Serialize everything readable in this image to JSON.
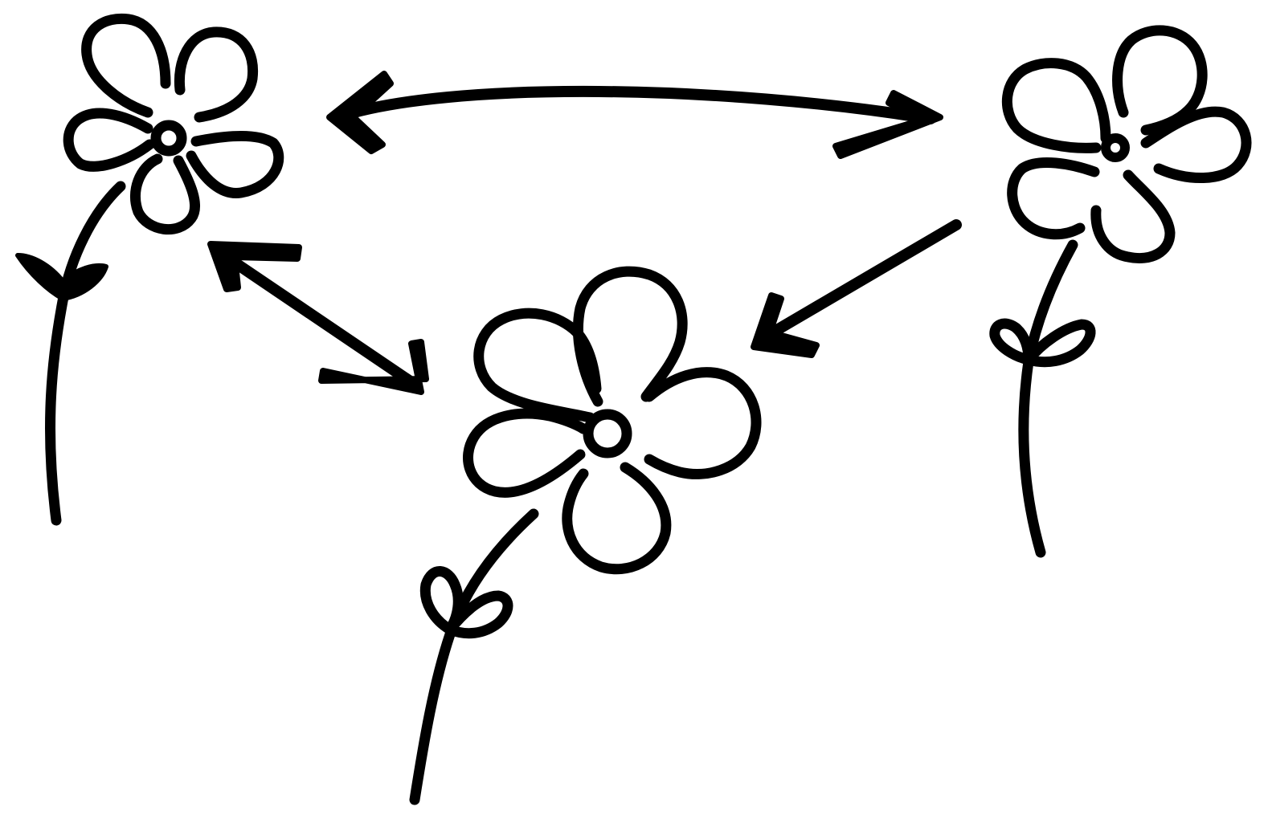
{
  "diagram": {
    "background_color": "#ffffff",
    "ink_color": "#000000",
    "nodes": [
      {
        "id": "top-left",
        "icon": "flower-icon"
      },
      {
        "id": "top-right",
        "icon": "flower-icon"
      },
      {
        "id": "bottom-center",
        "icon": "flower-icon"
      }
    ],
    "edges": [
      {
        "from": "top-left",
        "to": "top-right",
        "direction": "both"
      },
      {
        "from": "top-left",
        "to": "bottom-center",
        "direction": "both"
      },
      {
        "from": "top-right",
        "to": "bottom-center",
        "direction": "forward"
      }
    ]
  }
}
